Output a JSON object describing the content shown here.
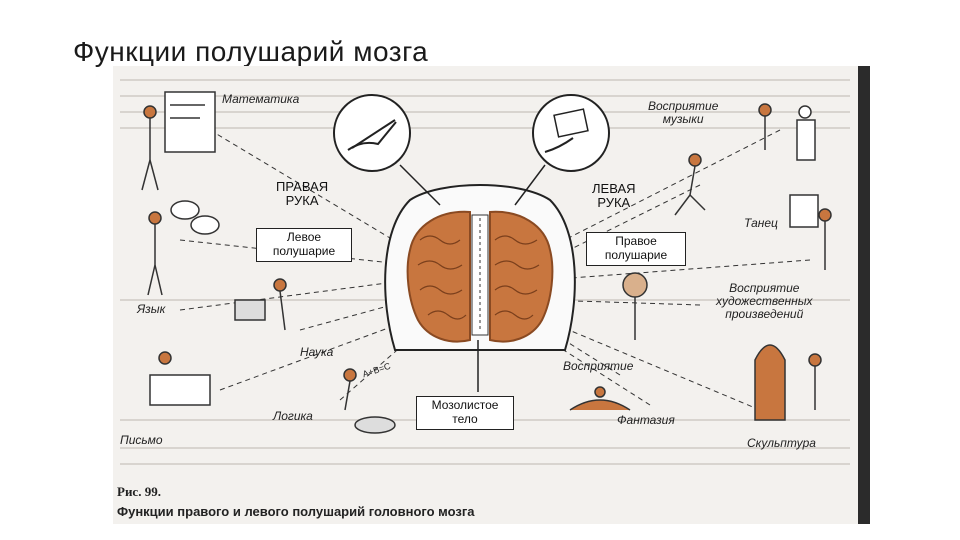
{
  "title": "Функции полушарий мозга",
  "figure": {
    "labels": {
      "math": "Математика",
      "music": "Восприятие\nмузыки",
      "right_hand": "ПРАВАЯ\nРУКА",
      "left_hand": "ЛЕВАЯ\nРУКА",
      "left_hemisphere": "Левое\nполушарие",
      "right_hemisphere": "Правое\nполушарие",
      "dance": "Танец",
      "art": "Восприятие\nхудожественных\nпроизведений",
      "language": "Язык",
      "science": "Наука",
      "perception": "Восприятие",
      "logic": "Логика",
      "corpus_callosum": "Мозолистое\nтело",
      "fantasy": "Фантазия",
      "writing": "Письмо",
      "sculpture": "Скульптура",
      "equation": "A+B=C"
    },
    "caption_number": "Рис. 99.",
    "caption_text": "Функции правого и левого полушарий головного мозга"
  },
  "colors": {
    "brain": "#c8763f",
    "brain_dark": "#8a4a22",
    "ink": "#222222",
    "paper": "#f3f1ee"
  }
}
